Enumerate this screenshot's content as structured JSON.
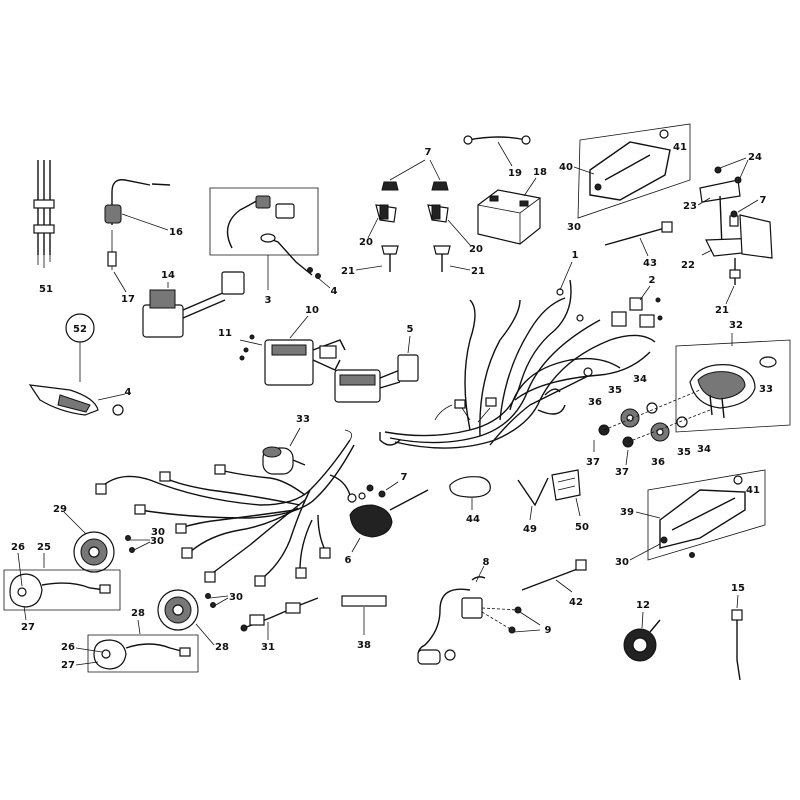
{
  "callouts": {
    "c1": "1",
    "c2": "2",
    "c3": "3",
    "c4": "4",
    "c5": "5",
    "c6": "6",
    "c7a": "7",
    "c7b": "7",
    "c7c": "7",
    "c8": "8",
    "c9": "9",
    "c10": "10",
    "c11": "11",
    "c12": "12",
    "c14": "14",
    "c15": "15",
    "c16": "16",
    "c17": "17",
    "c18": "18",
    "c19": "19",
    "c20a": "20",
    "c20b": "20",
    "c21a": "21",
    "c21b": "21",
    "c21c": "21",
    "c22": "22",
    "c23": "23",
    "c24": "24",
    "c25": "25",
    "c26a": "26",
    "c26b": "26",
    "c27a": "27",
    "c27b": "27",
    "c28a": "28",
    "c28b": "28",
    "c29": "29",
    "c30a": "30",
    "c30b": "30",
    "c30c": "30",
    "c30d": "30",
    "c30e": "30",
    "c31": "31",
    "c32": "32",
    "c33a": "33",
    "c33b": "33",
    "c34a": "34",
    "c34b": "34",
    "c35a": "35",
    "c35b": "35",
    "c36a": "36",
    "c36b": "36",
    "c37a": "37",
    "c37b": "37",
    "c38": "38",
    "c39": "39",
    "c40": "40",
    "c41a": "41",
    "c41b": "41",
    "c42": "42",
    "c43": "43",
    "c44": "44",
    "c49": "49",
    "c50": "50",
    "c51": "51",
    "c52": "52",
    "c53": "4"
  },
  "icons": {
    "harness": "wiring-harness-icon",
    "battery": "battery-icon",
    "headlight": "headlight-icon",
    "cdi": "cdi-unit-icon",
    "coil": "ignition-coil-icon",
    "horn": "horn-icon",
    "rectifier": "regulator-rectifier-icon"
  },
  "colors": {
    "ink": "#111111",
    "paper": "#ffffff"
  }
}
